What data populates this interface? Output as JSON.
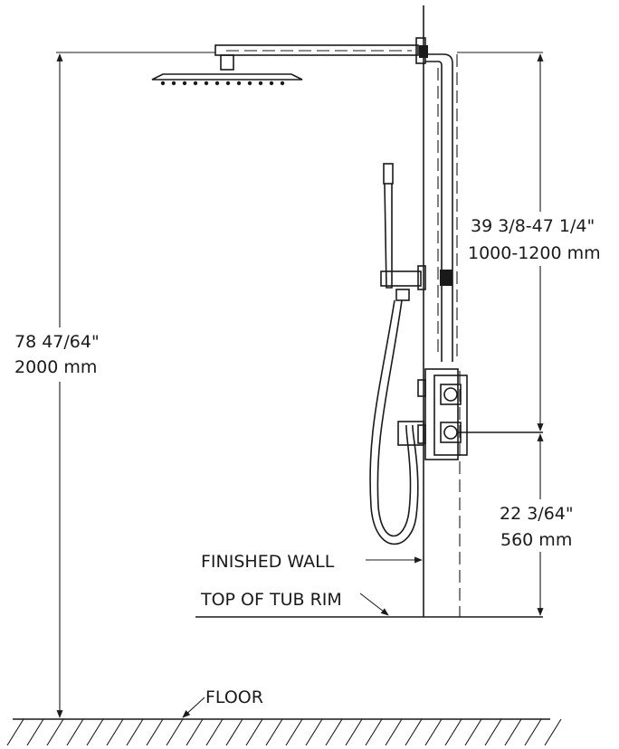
{
  "diagram": {
    "dimensions": {
      "total_height": {
        "imperial": "78 47/64\"",
        "metric": "2000 mm"
      },
      "arm_height": {
        "imperial": "39 3/8-47 1/4\"",
        "metric": "1000-1200 mm"
      },
      "valve_height": {
        "imperial": "22 3/64\"",
        "metric": "560 mm"
      }
    },
    "labels": {
      "finished_wall": "FINISHED WALL",
      "top_of_tub_rim": "TOP OF TUB RIM",
      "floor": "FLOOR"
    },
    "colors": {
      "line": "#1a1a1a",
      "background": "#ffffff"
    }
  }
}
